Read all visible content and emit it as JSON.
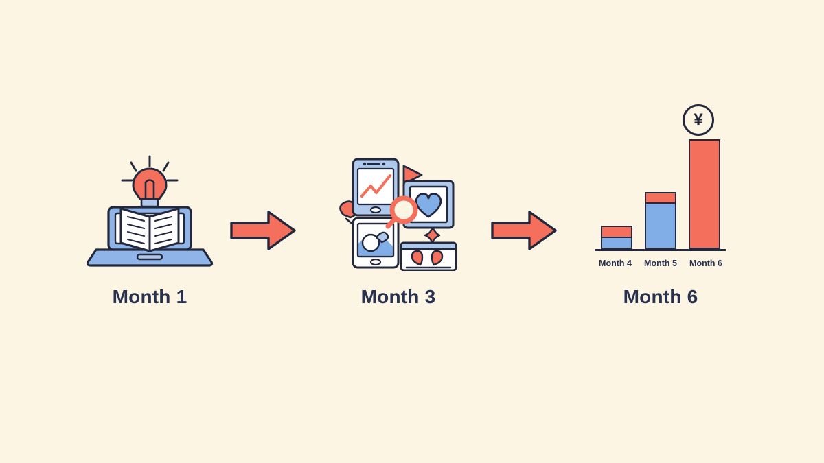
{
  "background_color": "#FDF5E3",
  "palette": {
    "coral": "#F4705C",
    "blue": "#82AEE8",
    "ink": "#23283C",
    "label_navy": "#27304F",
    "paper": "#FFFFFF"
  },
  "stages": [
    {
      "id": "stage-1",
      "label": "Month 1",
      "icon_name": "laptop-open-book-lightbulb-icon",
      "icon_parts": [
        "lightbulb-icon",
        "laptop-icon",
        "open-book-icon"
      ]
    },
    {
      "id": "stage-2",
      "label": "Month 3",
      "icon_name": "social-media-content-panels-icon",
      "icon_parts": [
        "tablet-line-chart-icon",
        "tablet-photo-icon",
        "heart-frame-icon",
        "magnifier-icon",
        "balloons-window-icon",
        "play-triangle-icon",
        "pin-icon"
      ]
    },
    {
      "id": "stage-3",
      "label": "Month 6",
      "icon_name": "revenue-bar-chart-icon",
      "icon_parts": [
        "yen-coin-icon",
        "bar-chart-icon"
      ]
    }
  ],
  "arrows": [
    {
      "id": "arrow-1",
      "name": "progress-arrow-1",
      "direction": "right",
      "color": "#F4705C"
    },
    {
      "id": "arrow-2",
      "name": "progress-arrow-2",
      "direction": "right",
      "color": "#F4705C"
    }
  ],
  "coin": {
    "symbol": "¥",
    "name": "yen-coin-icon"
  },
  "chart_data": {
    "type": "bar",
    "title": "",
    "xlabel": "",
    "ylabel": "",
    "categories": [
      "Month 4",
      "Month 5",
      "Month 6"
    ],
    "stacked": true,
    "ylim": [
      0,
      100
    ],
    "grid": false,
    "legend": "none",
    "series": [
      {
        "name": "blue-segment",
        "color": "#82AEE8",
        "values": [
          11,
          44,
          0
        ]
      },
      {
        "name": "coral-segment",
        "color": "#F4705C",
        "values": [
          10,
          8,
          100
        ]
      }
    ],
    "totals": [
      21,
      52,
      100
    ]
  }
}
